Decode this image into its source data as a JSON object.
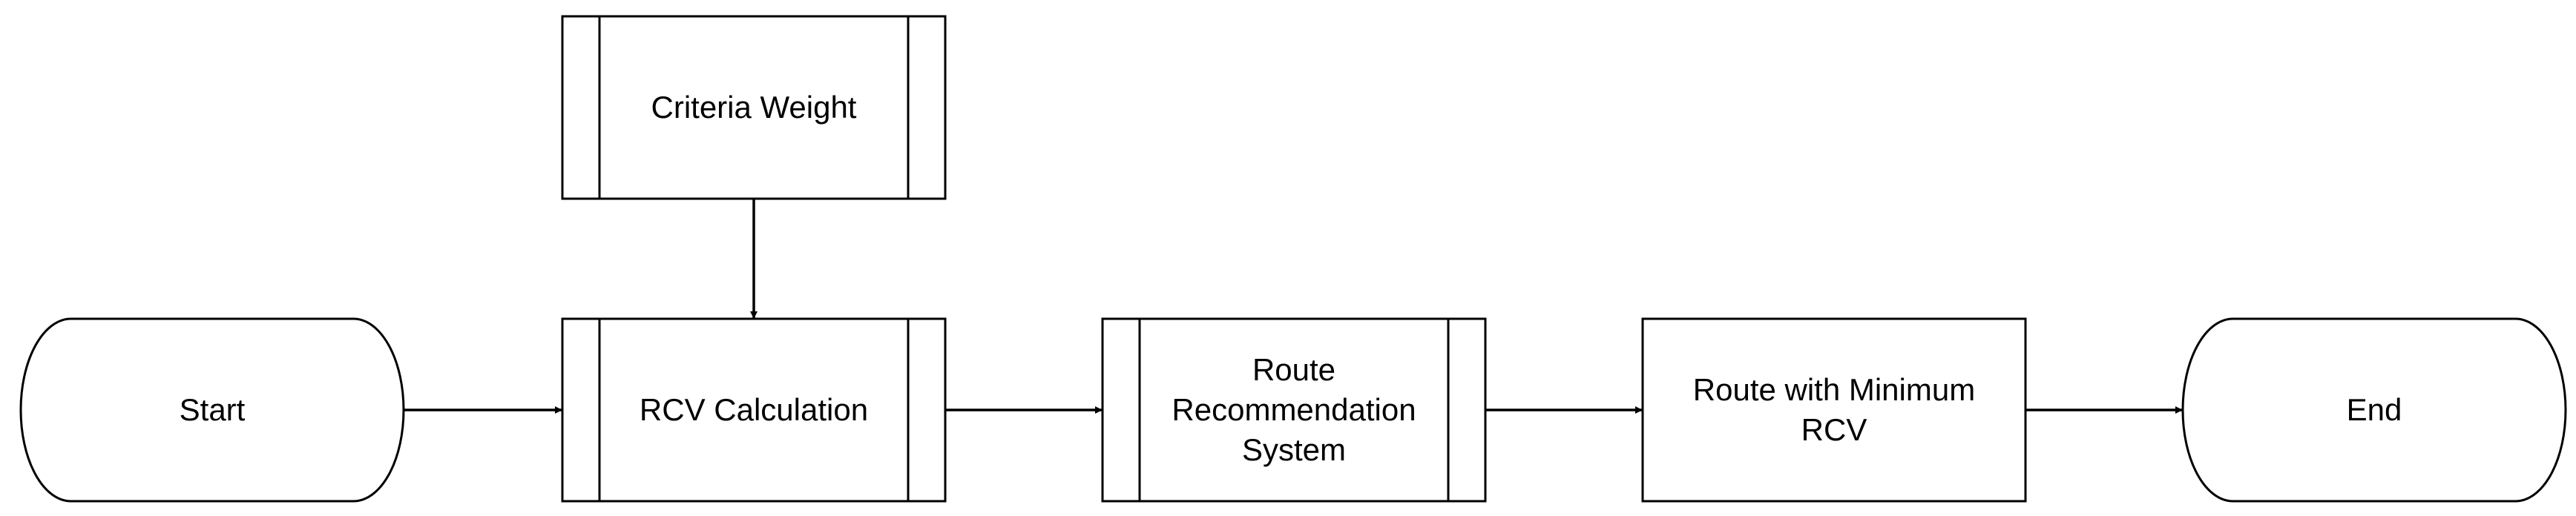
{
  "diagram": {
    "nodes": [
      {
        "id": "start",
        "shape": "terminator",
        "lines": [
          "Start"
        ]
      },
      {
        "id": "criteria_weight",
        "shape": "predefined_process",
        "lines": [
          "Criteria Weight"
        ]
      },
      {
        "id": "rcv_calculation",
        "shape": "predefined_process",
        "lines": [
          "RCV Calculation"
        ]
      },
      {
        "id": "route_recommendation_system",
        "shape": "predefined_process",
        "lines": [
          "Route",
          "Recommendation",
          "System"
        ]
      },
      {
        "id": "route_min_rcv",
        "shape": "process",
        "lines": [
          "Route with Minimum",
          "RCV"
        ]
      },
      {
        "id": "end",
        "shape": "terminator",
        "lines": [
          "End"
        ]
      }
    ],
    "edges": [
      {
        "from": "criteria_weight",
        "to": "rcv_calculation"
      },
      {
        "from": "start",
        "to": "rcv_calculation"
      },
      {
        "from": "rcv_calculation",
        "to": "route_recommendation_system"
      },
      {
        "from": "route_recommendation_system",
        "to": "route_min_rcv"
      },
      {
        "from": "route_min_rcv",
        "to": "end"
      }
    ]
  }
}
